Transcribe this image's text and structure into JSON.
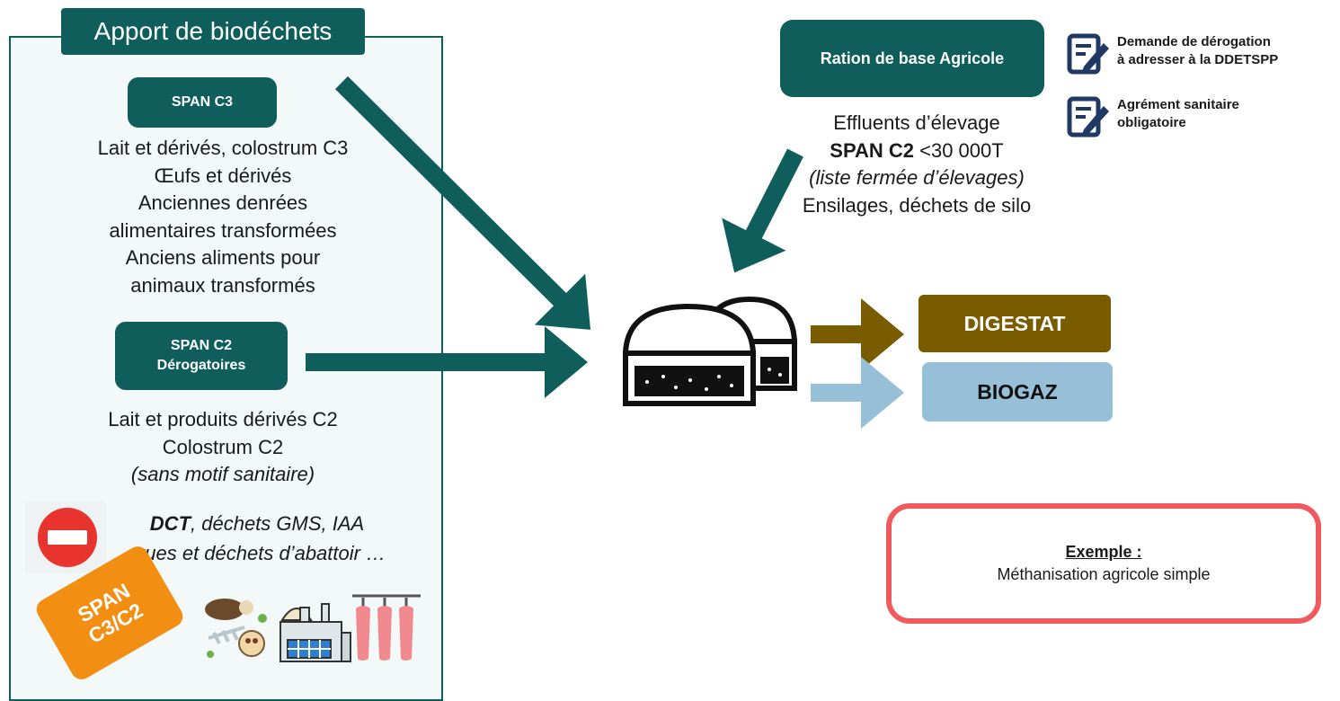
{
  "left_panel": {
    "title": "Apport de biodéchets",
    "span_c3_label": "SPAN C3",
    "c3_items": [
      "Lait et dérivés, colostrum C3",
      "Œufs et dérivés",
      "Anciennes denrées",
      "alimentaires transformées",
      "Anciens aliments pour",
      "animaux transformés"
    ],
    "span_c2_label_1": "SPAN C2",
    "span_c2_label_2": "Dérogatoires",
    "c2_items": [
      "Lait et produits dérivés C2",
      "Colostrum C2"
    ],
    "c2_note": "(sans motif sanitaire)",
    "forbidden_bold": "DCT",
    "forbidden_rest": ", déchets GMS, IAA",
    "forbidden_line2": "crues et déchets d’abattoir …",
    "stamp_line1": "SPAN",
    "stamp_line2": "C3/C2"
  },
  "ration": {
    "box_label": "Ration de base Agricole",
    "line1": "Effluents d’élevage",
    "line2_bold": "SPAN C2",
    "line2_rest": " <30 000T",
    "line3": "(liste fermée d’élevages)",
    "line4": "Ensilages, déchets de silo"
  },
  "notes": {
    "note1_line1": "Demande de dérogation",
    "note1_line2": "à adresser à la DDETSPP",
    "note2_line1": "Agrément sanitaire",
    "note2_line2": "obligatoire"
  },
  "outputs": {
    "digestat": "DIGESTAT",
    "biogaz": "BIOGAZ"
  },
  "example": {
    "title": "Exemple :",
    "text": "Méthanisation agricole simple"
  },
  "colors": {
    "teal": "#0f5e5c",
    "digestat": "#7a5c00",
    "biogaz": "#97bfd8",
    "stamp": "#f28e12",
    "no_entry": "#e8332e",
    "example_border": "#f05a5f"
  },
  "icons": [
    "document-edit-icon",
    "no-entry-icon",
    "food-waste-icon",
    "factory-icon",
    "meat-carcass-icon",
    "digester-icon"
  ]
}
